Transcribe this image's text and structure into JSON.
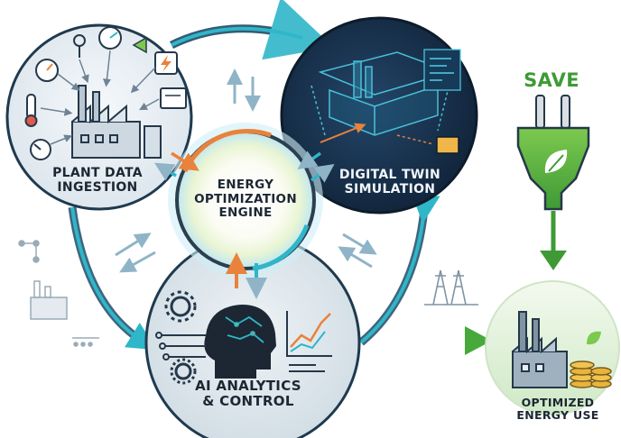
{
  "diagram": {
    "nodes": {
      "plant": {
        "line1": "PLANT DATA",
        "line2": "INGESTION"
      },
      "twin": {
        "line1": "DIGITAL TWIN",
        "line2": "SIMULATION"
      },
      "engine": {
        "line1": "ENERGY",
        "line2": "OPTIMIZATION",
        "line3": "ENGINE"
      },
      "ai": {
        "line1": "AI ANALYTICS",
        "line2": "& CONTROL"
      },
      "save": {
        "label": "SAVE"
      },
      "optimized": {
        "line1": "OPTIMIZED",
        "line2": "ENERGY USE"
      }
    },
    "colors": {
      "teal_arrow": "#2fb6c9",
      "dark_navy": "#173047",
      "green": "#3f9a35",
      "orange": "#e9823a",
      "plant_bg": "#e8eef3",
      "ai_bg": "#dde6ec",
      "opt_bg": "#dff0d9"
    },
    "icons": [
      "factory-icon",
      "gauge-icon",
      "thermometer-icon",
      "lightning-icon",
      "server-icon",
      "power-plug-icon",
      "leaf-icon",
      "gear-icon",
      "ai-head-icon",
      "trend-chart-icon",
      "transmission-tower-icon",
      "coin-stack-icon"
    ]
  }
}
